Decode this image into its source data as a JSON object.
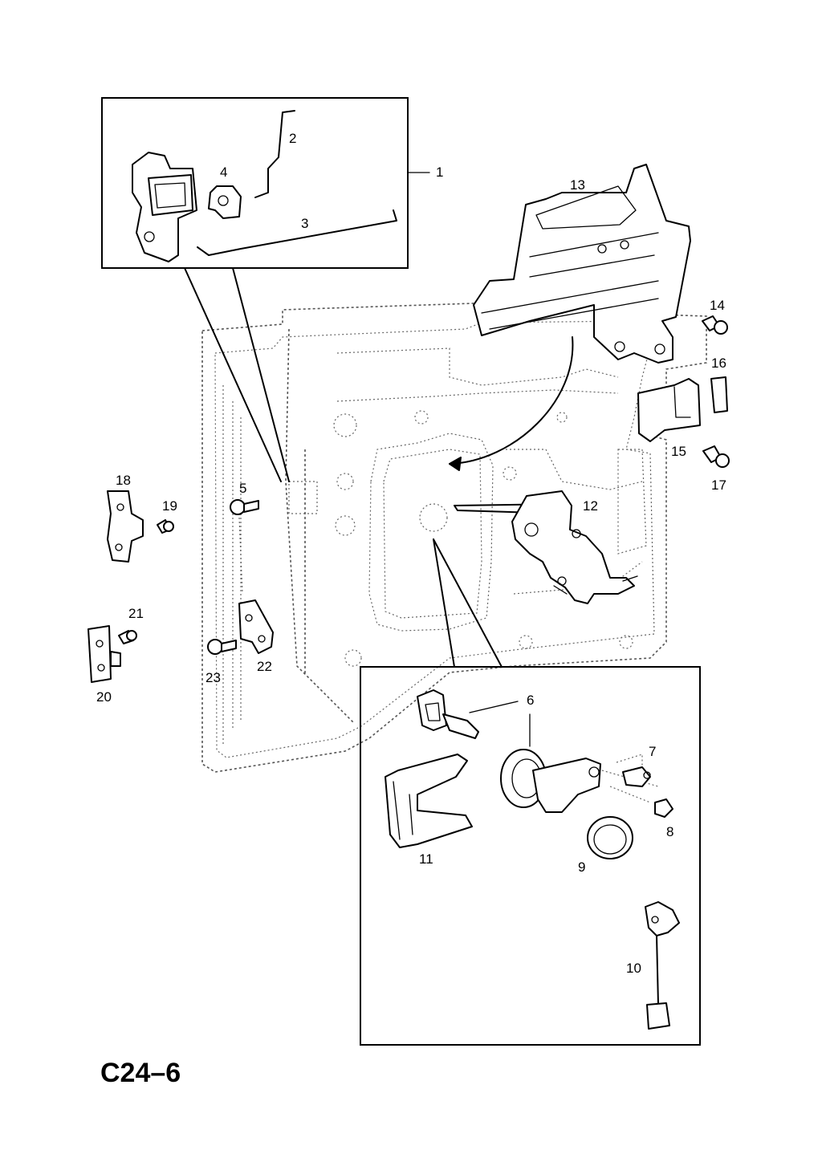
{
  "page_code": "C24–6",
  "callouts": [
    "1",
    "2",
    "3",
    "4",
    "5",
    "6",
    "7",
    "8",
    "9",
    "10",
    "11",
    "12",
    "13",
    "14",
    "15",
    "16",
    "17",
    "18",
    "19",
    "20",
    "21",
    "22",
    "23"
  ]
}
